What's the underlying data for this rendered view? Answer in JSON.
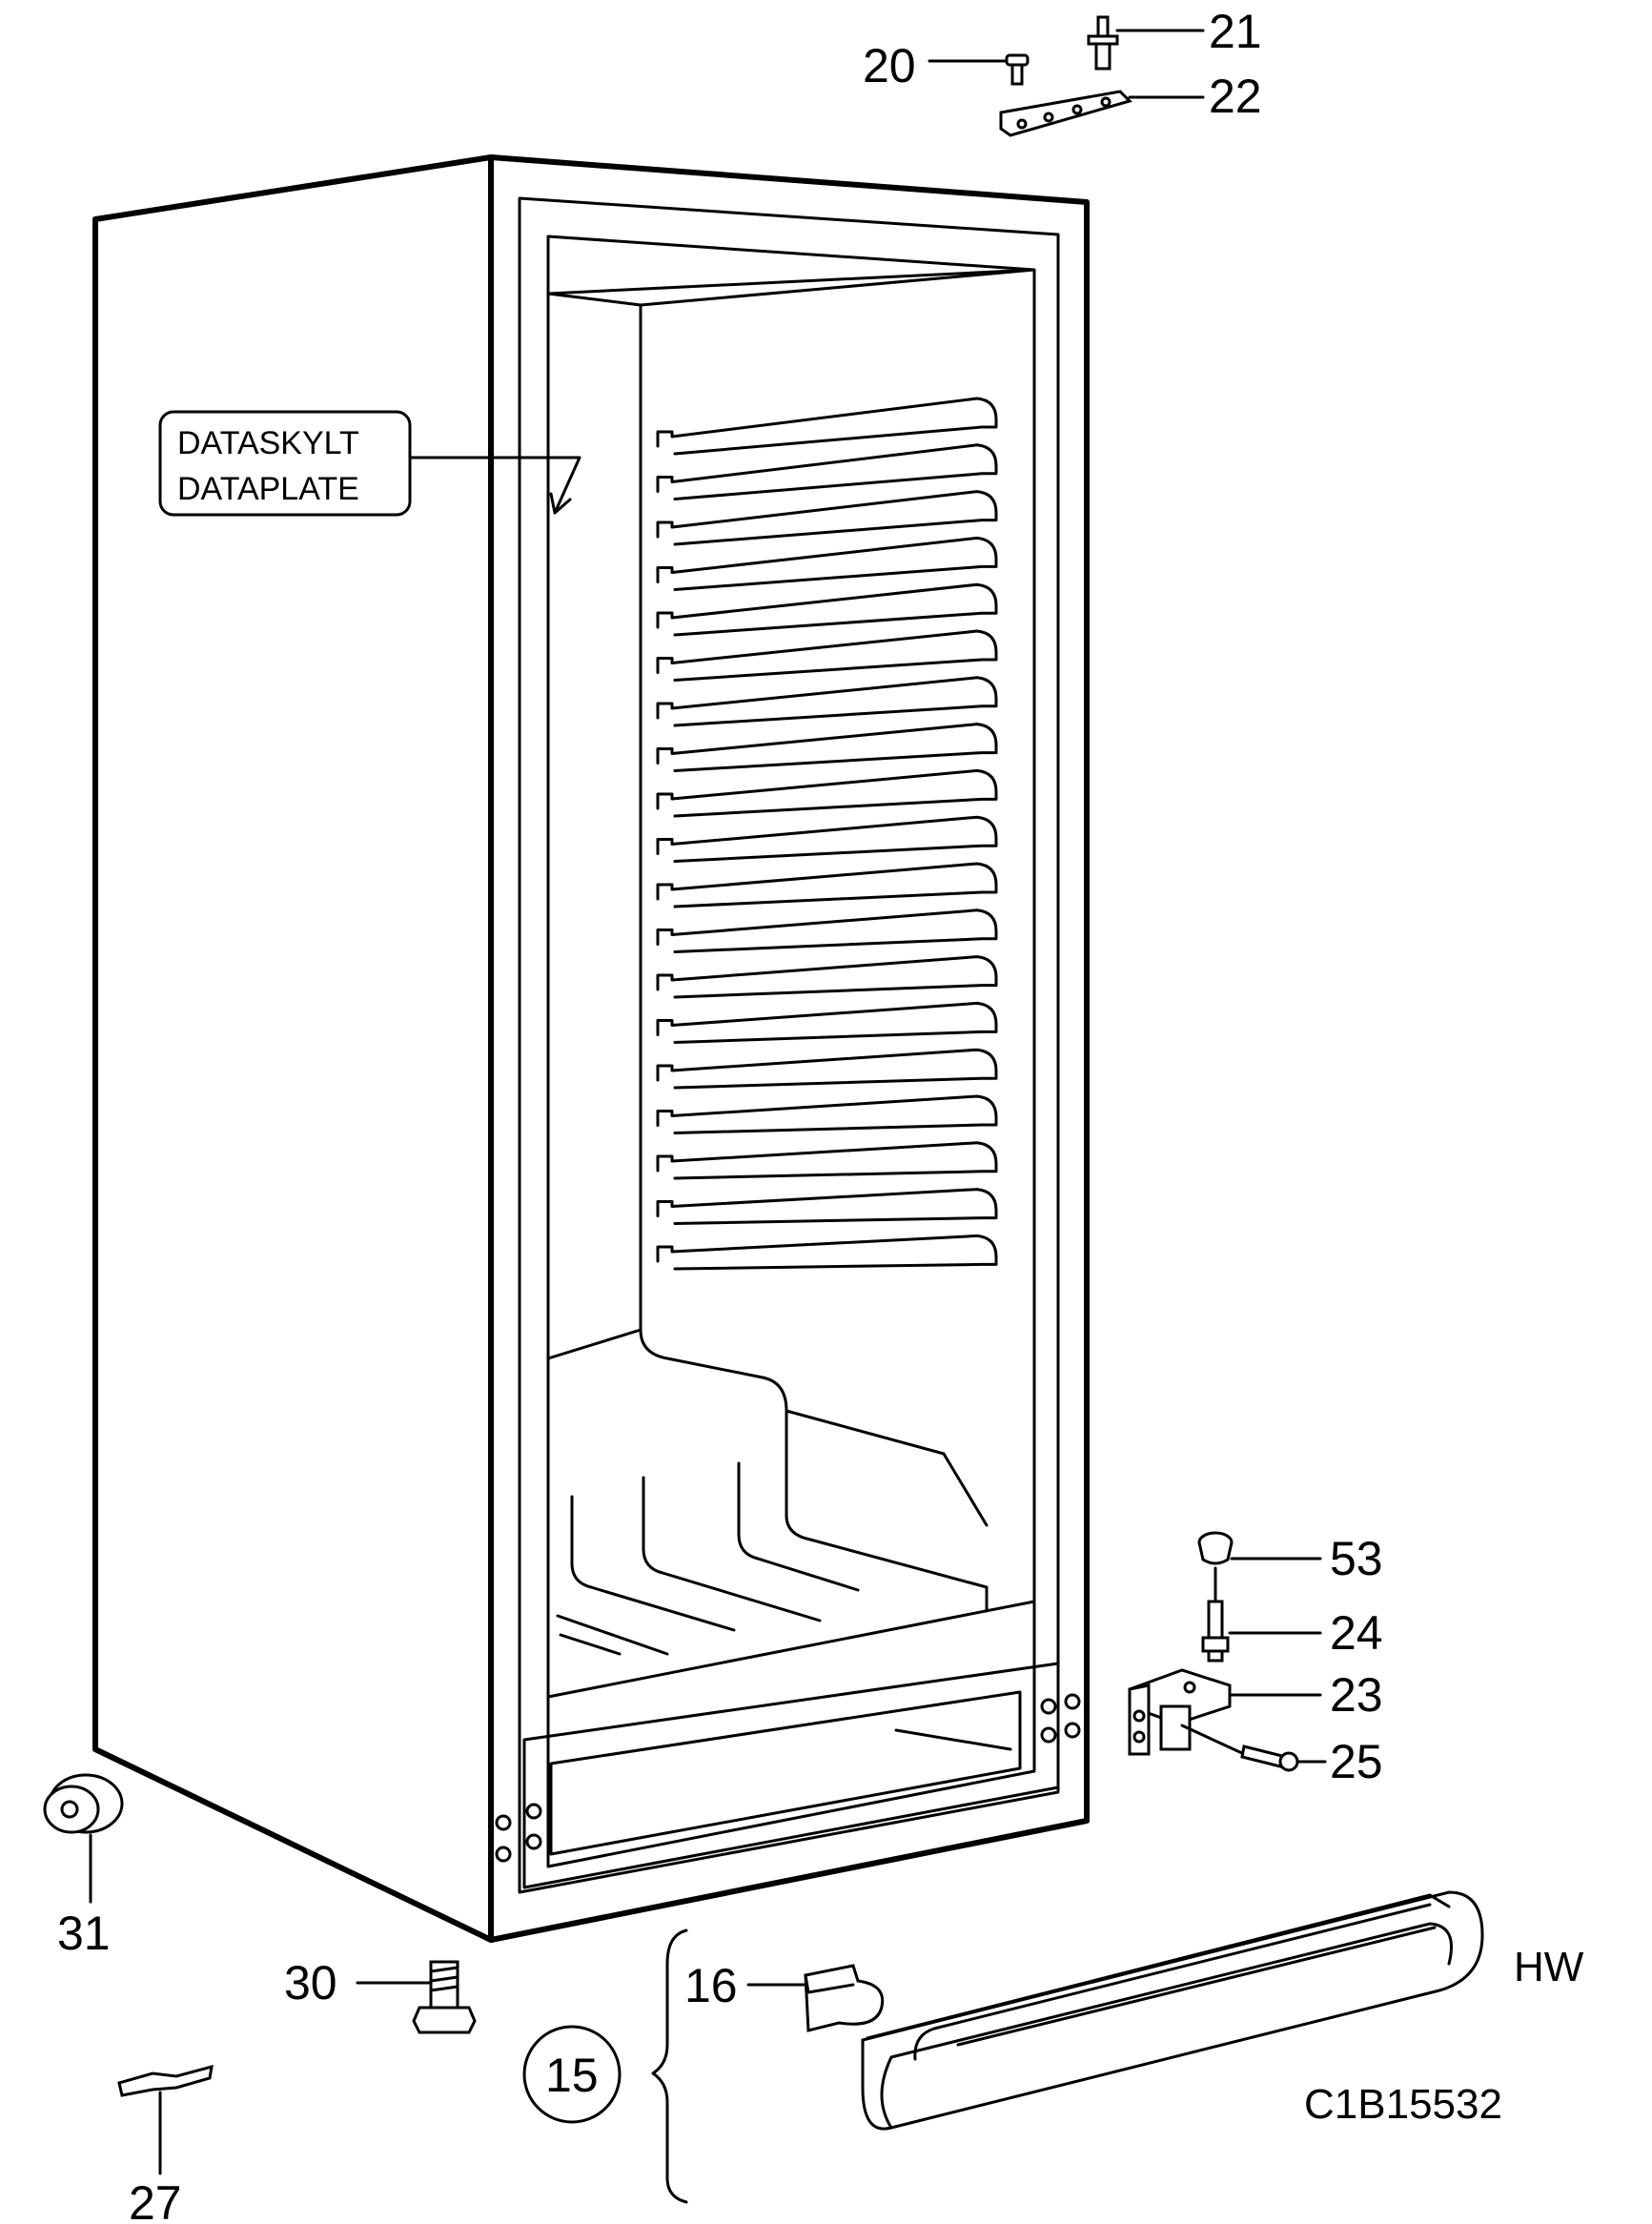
{
  "plate_label": {
    "line1": "DATASKYLT",
    "line2": "DATAPLATE"
  },
  "callouts": {
    "c20": "20",
    "c21": "21",
    "c22": "22",
    "c53": "53",
    "c24": "24",
    "c23": "23",
    "c25": "25",
    "c31": "31",
    "c30": "30",
    "c16": "16",
    "c15": "15",
    "c27": "27"
  },
  "variant_label": "HW",
  "figure_code": "C1B15532"
}
